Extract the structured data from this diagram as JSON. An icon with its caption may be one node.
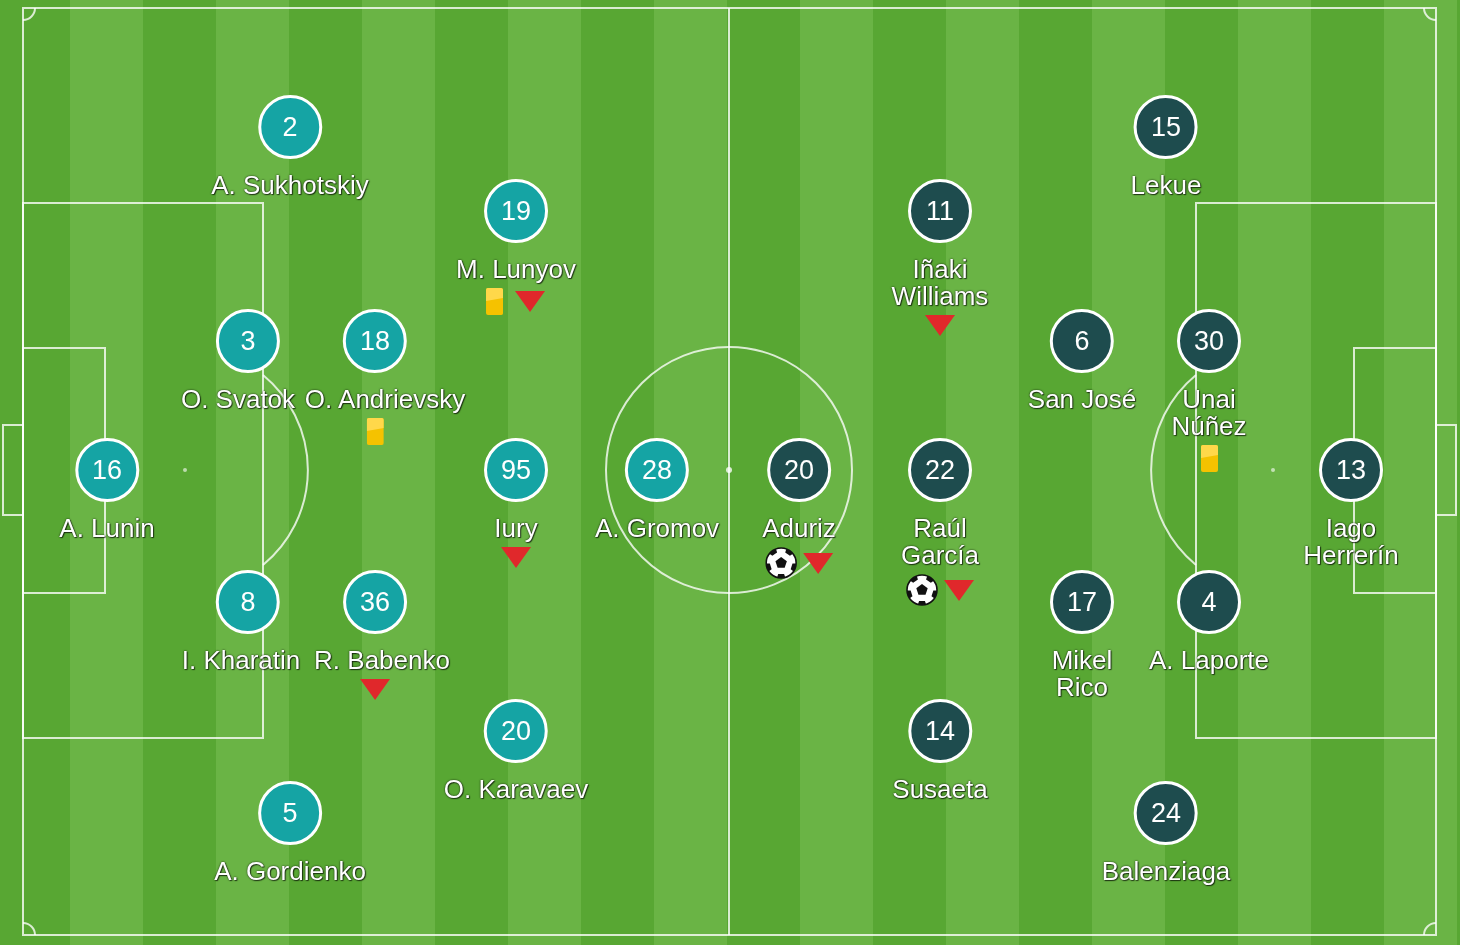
{
  "diagram": {
    "nodes": [
      {
        "text": [
          "16",
          "A. Lunin"
        ]
      },
      {
        "text": [
          "2",
          "A. Sukhotskiy"
        ]
      },
      {
        "text": [
          "3",
          "O. Svatok"
        ]
      },
      {
        "text": [
          "8",
          "I. Kharatin"
        ]
      },
      {
        "text": [
          "5",
          "A. Gordienko"
        ]
      },
      {
        "text": [
          "18",
          "O. Andrievsky"
        ]
      },
      {
        "text": [
          "36",
          "R. Babenko"
        ]
      },
      {
        "text": [
          "19",
          "M. Lunyov"
        ]
      },
      {
        "text": [
          "95",
          "Iury"
        ]
      },
      {
        "text": [
          "20",
          "O. Karavaev"
        ]
      },
      {
        "text": [
          "28",
          "A. Gromov"
        ]
      },
      {
        "text": [
          "20",
          "Aduriz"
        ]
      },
      {
        "text": [
          "11",
          "Iñaki Williams"
        ]
      },
      {
        "text": [
          "22",
          "Raúl García"
        ]
      },
      {
        "text": [
          "14",
          "Susaeta"
        ]
      },
      {
        "text": [
          "15",
          "Lekue"
        ]
      },
      {
        "text": [
          "6",
          "San José"
        ]
      },
      {
        "text": [
          "30",
          "Unai Núñez"
        ]
      },
      {
        "text": [
          "17",
          "Mikel Rico"
        ]
      },
      {
        "text": [
          "4",
          "A. Laporte"
        ]
      },
      {
        "text": [
          "24",
          "Balenziaga"
        ]
      },
      {
        "text": [
          "13",
          "Iago Herrerín"
        ]
      }
    ]
  }
}
